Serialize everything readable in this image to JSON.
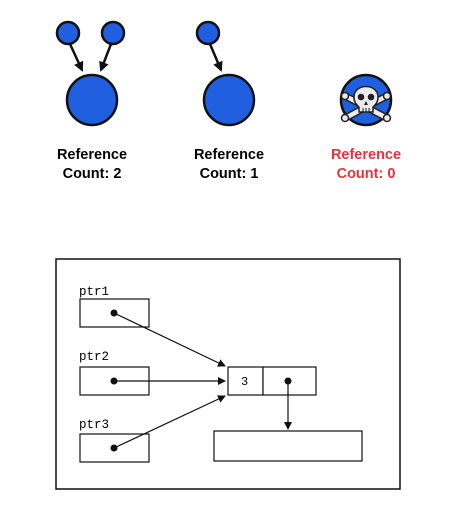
{
  "reference_counts": [
    {
      "line1": "Reference",
      "line2": "Count: 2",
      "color": "#1a1a1a",
      "node_color": "#1f5fe0",
      "icon": "two-incoming-references"
    },
    {
      "line1": "Reference",
      "line2": "Count: 1",
      "color": "#1a1a1a",
      "node_color": "#1f5fe0",
      "icon": "one-incoming-reference"
    },
    {
      "line1": "Reference",
      "line2": "Count: 0",
      "color": "#e8323c",
      "node_color": "#1f5fe0",
      "icon": "skull-crossbones-icon"
    }
  ],
  "pointer_diagram": {
    "pointers": [
      "ptr1",
      "ptr2",
      "ptr3"
    ],
    "node_value": "3"
  },
  "colors": {
    "node_blue": "#1f5fe0",
    "outline": "#111111",
    "dead_label": "#e8323c"
  }
}
